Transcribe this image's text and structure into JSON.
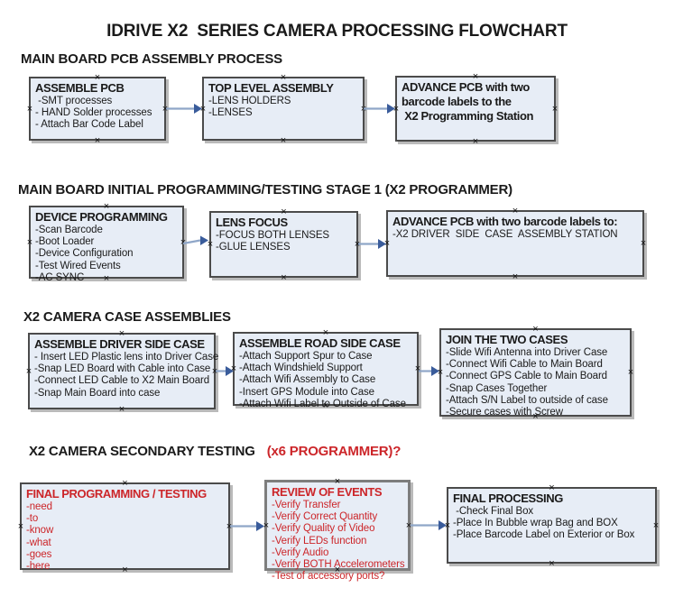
{
  "title": "IDRIVE X2  SERIES CAMERA PROCESSING FLOWCHART",
  "colors": {
    "box_fill": "#e7edf6",
    "box_border": "#4b4b4b",
    "review_box_border": "#7d7d7d",
    "arrow_line": "#8fa6c8",
    "arrow_head": "#3a5c9b",
    "red_text": "#cc2529",
    "black_text": "#1a1a1a",
    "background": "#ffffff"
  },
  "icons": {
    "connection_handle": "×"
  },
  "sections": [
    {
      "header": "MAIN BOARD PCB ASSEMBLY PROCESS",
      "boxes": [
        {
          "title": "ASSEMBLE PCB",
          "items": [
            " -SMT processes",
            "- HAND Solder processes",
            "- Attach Bar Code Label"
          ]
        },
        {
          "title": "TOP LEVEL ASSEMBLY",
          "items": [
            "-LENS HOLDERS",
            "-LENSES"
          ]
        },
        {
          "title_lines": [
            "ADVANCE PCB with two",
            "barcode labels to the",
            " X2 Programming Station"
          ],
          "items": []
        }
      ]
    },
    {
      "header": "MAIN BOARD INITIAL PROGRAMMING/TESTING STAGE 1 (X2 PROGRAMMER)",
      "boxes": [
        {
          "title": "DEVICE PROGRAMMING",
          "items": [
            "-Scan Barcode",
            "-Boot Loader",
            "-Device Configuration",
            "-Test Wired Events",
            "-AC SYNC"
          ]
        },
        {
          "title": "LENS FOCUS",
          "items": [
            "-FOCUS BOTH LENSES",
            "-GLUE LENSES"
          ]
        },
        {
          "title": "ADVANCE PCB with two barcode labels to:",
          "items": [
            "-X2 DRIVER  SIDE  CASE  ASSEMBLY STATION"
          ]
        }
      ]
    },
    {
      "header": "X2 CAMERA CASE ASSEMBLIES",
      "boxes": [
        {
          "title": "ASSEMBLE DRIVER SIDE CASE",
          "items": [
            "- Insert LED Plastic lens into Driver Case",
            "-Snap LED Board with Cable into Case",
            "-Connect LED Cable to X2 Main Board",
            "-Snap Main Board into case"
          ]
        },
        {
          "title": "ASSEMBLE ROAD SIDE CASE",
          "items": [
            "-Attach Support Spur to Case",
            "-Attach Windshield Support",
            "-Attach Wifi Assembly to Case",
            "-Insert GPS Module into Case",
            "-Attach Wifi Label to Outside of Case"
          ]
        },
        {
          "title": "JOIN THE TWO CASES",
          "items": [
            "-Slide Wifi Antenna into Driver Case",
            "-Connect Wifi Cable to Main Board",
            "-Connect GPS Cable to Main Board",
            "-Snap Cases Together",
            "-Attach S/N Label to outside of case",
            "-Secure cases with Screw"
          ]
        }
      ]
    },
    {
      "header": "X2 CAMERA SECONDARY TESTING ",
      "header_red": "(x6 PROGRAMMER)?",
      "boxes": [
        {
          "title": "FINAL PROGRAMMING / TESTING",
          "items": [
            "-need",
            "-to",
            "-know",
            "-what",
            "-goes",
            "-here"
          ]
        },
        {
          "title": "REVIEW OF EVENTS",
          "items": [
            "-Verify Transfer",
            "-Verify Correct Quantity",
            "-Verify Quality of Video",
            "-Verify LEDs function",
            "-Verify Audio",
            "-Verify BOTH Accelerometers",
            "-Test of accessory ports?"
          ]
        },
        {
          "title": "FINAL PROCESSING",
          "items": [
            " -Check Final Box",
            "-Place In Bubble wrap Bag and BOX",
            "-Place Barcode Label on Exterior or Box"
          ]
        }
      ]
    }
  ]
}
